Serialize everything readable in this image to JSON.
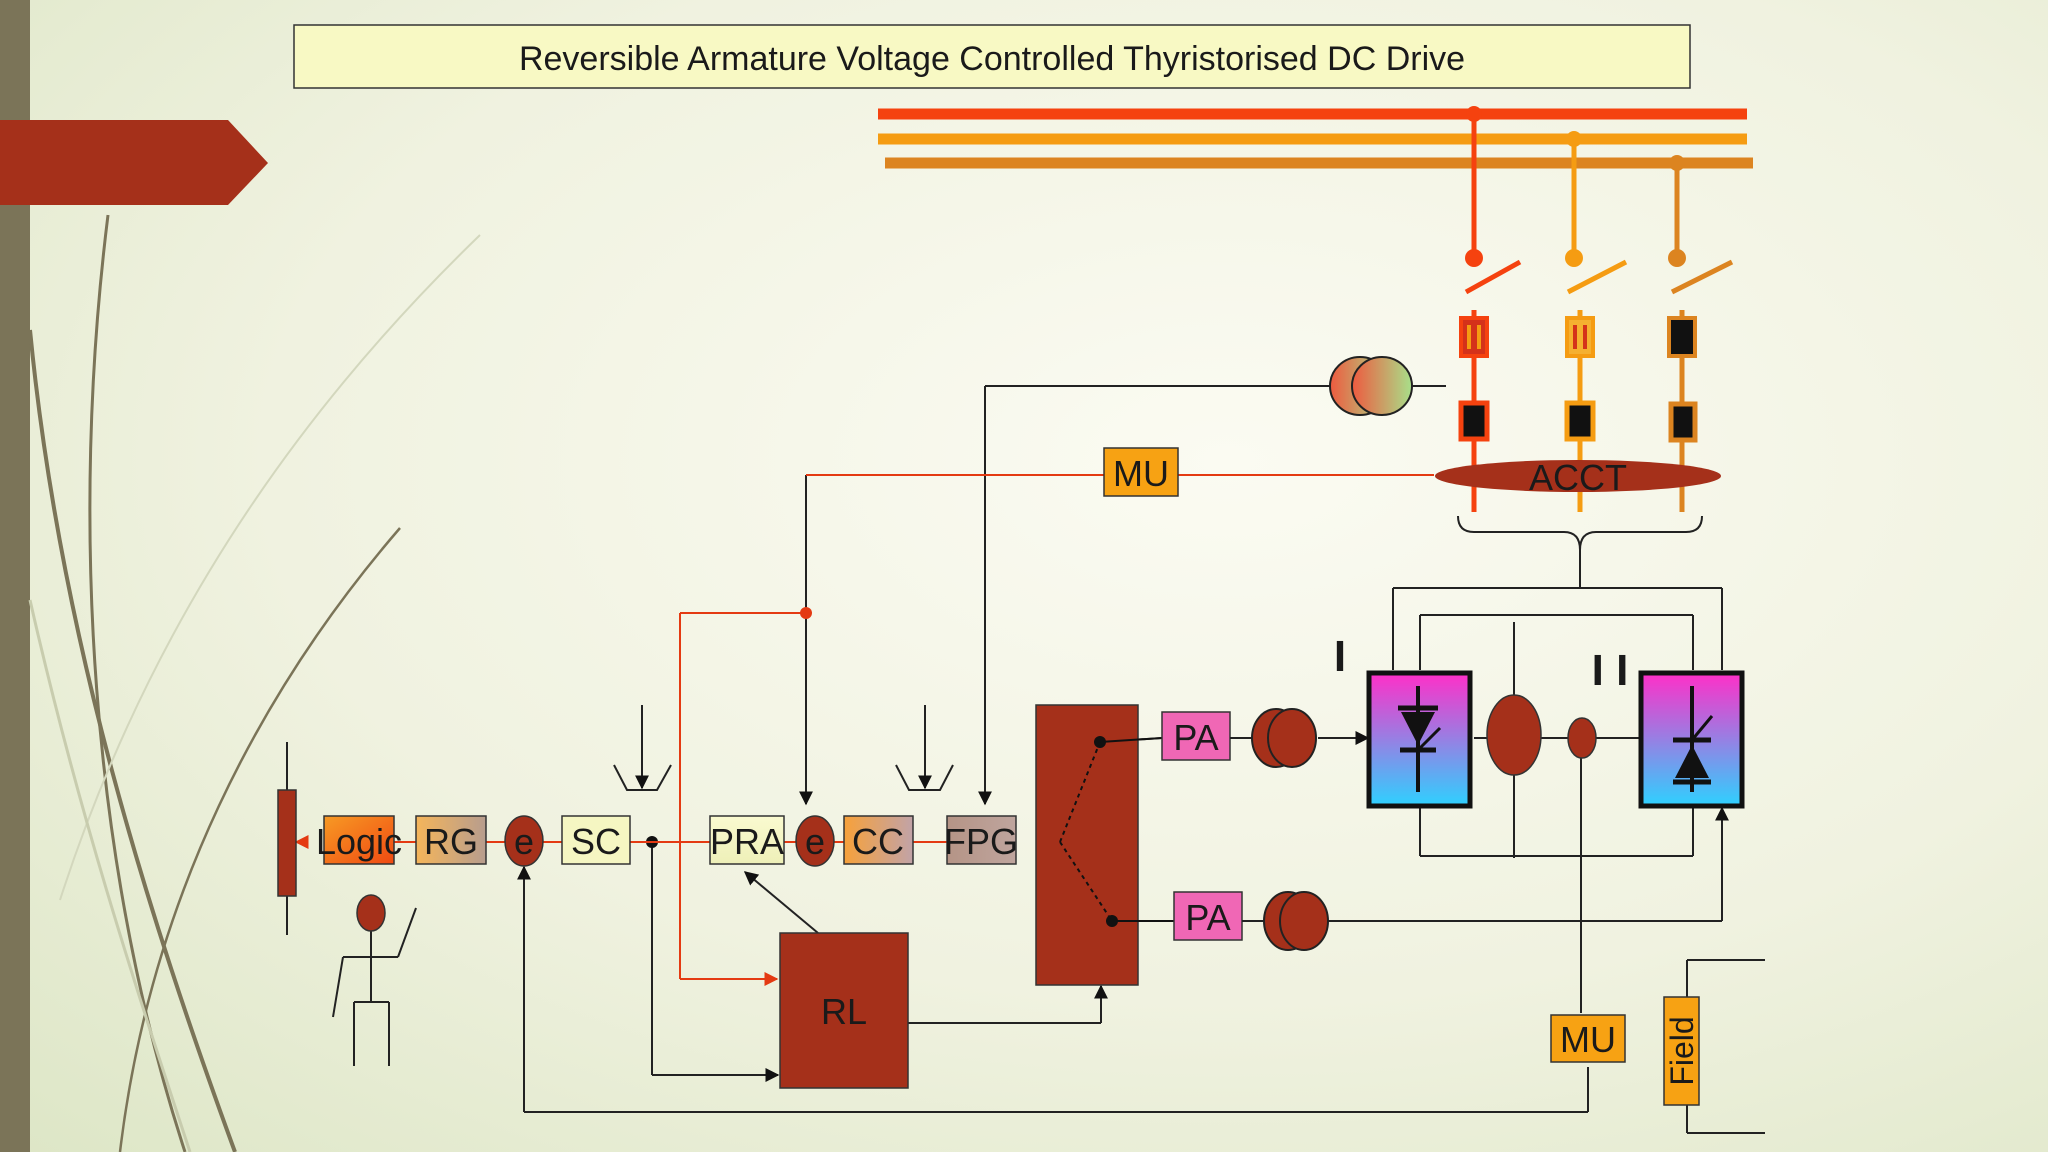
{
  "title": "Reversible  Armature Voltage Controlled Thyristorised DC Drive",
  "blocks": {
    "logic": "Logic",
    "rg": "RG",
    "e1": "e",
    "sc": "SC",
    "pra": "PRA",
    "e2": "e",
    "cc": "CC",
    "fpg": "FPG",
    "rl": "RL",
    "pa_top": "PA",
    "pa_bottom": "PA",
    "mu_top": "MU",
    "mu_bottom": "MU",
    "acct": "ACCT",
    "field": "Field"
  },
  "bridge_labels": {
    "bridge1": "I",
    "bridge2": "I I"
  },
  "colors": {
    "accent": "#a5301a",
    "phase_r": "#f5420f",
    "phase_y": "#f59c12",
    "phase_b": "#dc8420",
    "mu_fill": "#f7a213",
    "pa_fill": "#f067b5",
    "title_box": "#f8f9c4"
  }
}
